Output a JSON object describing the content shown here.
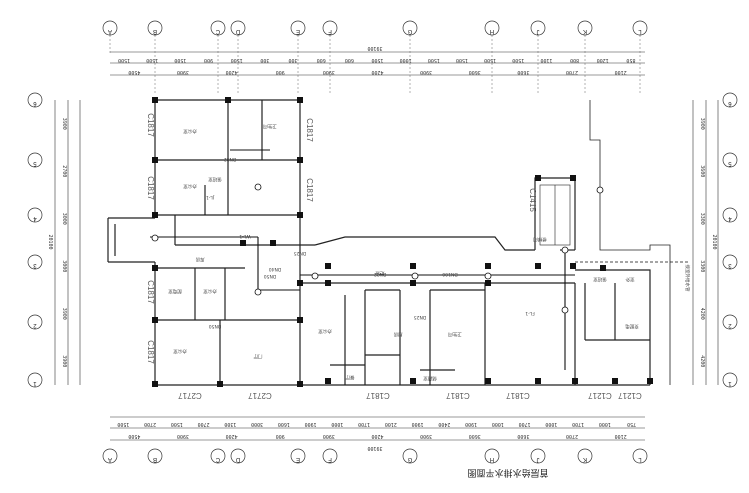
{
  "drawing": {
    "title": "首层给水排水平面图",
    "axes_top": [
      "A",
      "B",
      "C",
      "D",
      "E",
      "F",
      "G",
      "H",
      "J",
      "K",
      "L"
    ],
    "axes_bottom": [
      "A",
      "B",
      "C",
      "D",
      "E",
      "F",
      "G",
      "H",
      "J",
      "K",
      "L"
    ],
    "axes_left": [
      "6",
      "5",
      "4",
      "3",
      "2",
      "1"
    ],
    "axes_right": [
      "6",
      "5",
      "4",
      "3",
      "2",
      "1"
    ],
    "top_dims_row1": [
      "1500",
      "1500",
      "1500",
      "900",
      "1500",
      "300",
      "300",
      "600",
      "600",
      "1500",
      "1000",
      "1500",
      "1500",
      "1500",
      "1500",
      "1100",
      "800",
      "1200",
      "850"
    ],
    "top_dims_row2": [
      "4500",
      "3900",
      "4200",
      "900",
      "3900",
      "4200",
      "3900",
      "3600",
      "3600",
      "2700",
      "2100"
    ],
    "top_total": "39100",
    "bottom_dims_row1": [
      "1500",
      "2700",
      "1500",
      "2700",
      "1300",
      "3000",
      "1600",
      "1900",
      "1000",
      "1700",
      "2100",
      "1900",
      "2400",
      "1900",
      "1000",
      "1700",
      "1000",
      "1700",
      "1000",
      "750"
    ],
    "bottom_dims_row2": [
      "4500",
      "3900",
      "4200",
      "900",
      "3900",
      "4200",
      "3900",
      "3600",
      "3600",
      "2700",
      "2100"
    ],
    "bottom_total": "39100",
    "left_dims": [
      "3900",
      "2700",
      "3000",
      "3000",
      "3900",
      "3900"
    ],
    "left_total": "20100",
    "right_dims": [
      "3900",
      "3600",
      "3300",
      "3300",
      "4200",
      "4200"
    ],
    "right_total": "20100",
    "windows_bottom": [
      "C2717",
      "C2717",
      "C1817",
      "C1817",
      "C1817",
      "C1217",
      "C1217"
    ],
    "windows_left": [
      "C1817",
      "C1817",
      "C1817",
      "C1817"
    ],
    "windows_right": [
      "C1817",
      "C1817"
    ],
    "windows_stair": [
      "C1415"
    ],
    "pipe_labels": [
      "DN50",
      "DN25",
      "DN32",
      "DN100",
      "JL-1",
      "WL-1",
      "FL-1",
      "DN50",
      "DN25",
      "DN32",
      "DN40"
    ],
    "room_labels": [
      "办公室",
      "卫生间",
      "办公室",
      "值班室",
      "库房",
      "配电室",
      "办公室",
      "办公室",
      "门厅",
      "楼梯间",
      "走道",
      "办公室",
      "餐厅",
      "厨房",
      "卫生间",
      "储藏室",
      "值班室",
      "室外",
      "变配电"
    ],
    "note": "接室外给水管"
  }
}
